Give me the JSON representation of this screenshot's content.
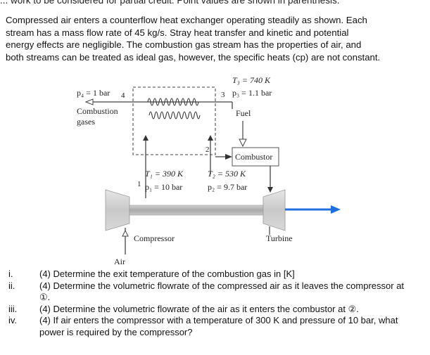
{
  "top_cut_text": "... work to be considered for partial credit. Point values are shown in parenthesis.",
  "intro_lines": [
    "Compressed air enters a counterflow heat exchanger operating steadily as shown.  Each",
    "stream has a mass flow rate of 45 kg/s.  Stray heat transfer and kinetic and potential",
    "energy effects are negligible.  The combustion gas stream has the properties of air, and",
    "both streams can be treated as ideal gas, however, the specific heats (cp) are not constant."
  ],
  "diagram": {
    "t3": "T₃ = 740 K",
    "p3": "p₃ = 1.1 bar",
    "p4": "p₄ = 1 bar",
    "state4": "4",
    "state3": "3",
    "state2": "2",
    "state1": "1",
    "combustion": "Combustion",
    "gases": "gases",
    "fuel": "Fuel",
    "combustor": "Combustor",
    "t1": "T₁ = 390 K",
    "p1": "p₁ = 10 bar",
    "t2": "T₂ = 530 K",
    "p2": "p₂ = 9.7 bar",
    "compressor": "Compressor",
    "turbine": "Turbine",
    "air": "Air",
    "colors": {
      "arrow_blue": "#1f6fe0",
      "machine_gray": "#c9c9c9",
      "line": "#444444"
    }
  },
  "questions": [
    {
      "num": "i.",
      "text": "(4) Determine the exit temperature of the combustion gas in [K]"
    },
    {
      "num": "ii.",
      "text": "(4) Determine the volumetric flowrate of the compressed air as it leaves the compressor at ①."
    },
    {
      "num": "iii.",
      "text": "(4) Determine the volumetric flowrate of the air as it enters the combustor at ②."
    },
    {
      "num": "iv.",
      "text": "(4) If air enters the compressor with a temperature of 300 K and pressure of 10 bar, what power is required by the compressor?"
    }
  ]
}
